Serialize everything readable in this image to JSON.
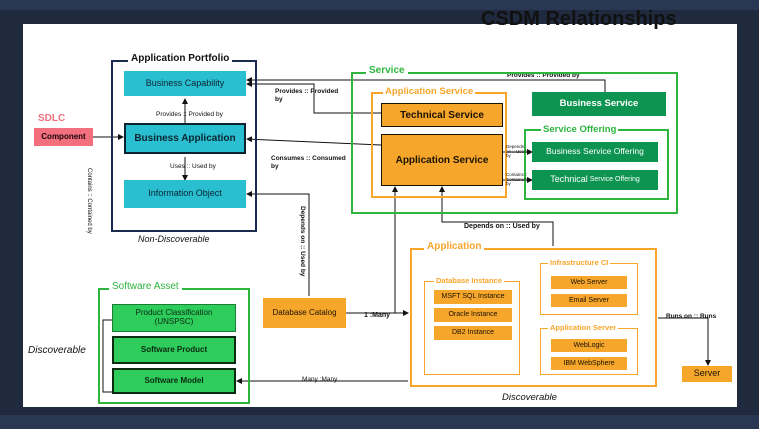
{
  "title": "CSDM Relationships",
  "sdlc": {
    "title": "SDLC",
    "component": "Component",
    "contains": "Contains :: Contained by"
  },
  "portfolio": {
    "title": "Application Portfolio",
    "business_capability": "Business Capability",
    "provides_provided_by": "Provides :: Provided by",
    "business_application": "Business Application",
    "uses_used_by": "Uses :: Used by",
    "information_object": "Information Object",
    "footer": "Non-Discoverable"
  },
  "service": {
    "title": "Service",
    "application_service_frame": "Application Service",
    "technical_service": "Technical Service",
    "application_service": "Application Service",
    "business_service": "Business Service",
    "service_offering_title": "Service Offering",
    "business_service_offering": "Business Service Offering",
    "technical_service_offering_a": "Technical",
    "technical_service_offering_b": "Service Offering"
  },
  "relations": {
    "provides_provided_by_top": "Provides :: Provided by",
    "provides_provided_by_left_1": "Provides :: Provided",
    "provides_provided_by_left_2": "by",
    "consumes_1": "Consumes :: Consumed",
    "consumes_2": "by",
    "depends_used_by_vertical": "Depends on :: Used by",
    "depends_used_by_app": "Depends on :: Used by",
    "depends_small": "Depends on :: Used by",
    "contains_small": "Contains :: Contained by",
    "one_many": "1 :Many",
    "many_many": "Many :Many",
    "runs_on": "Runs on :: Runs"
  },
  "software_asset": {
    "title": "Software Asset",
    "product_classification_1": "Product Classification",
    "product_classification_2": "(UNSPSC)",
    "software_product": "Software Product",
    "software_model": "Software Model",
    "side_label": "Discoverable"
  },
  "database_catalog": "Database Catalog",
  "application": {
    "title": "Application",
    "db_instance_title": "Database Instance",
    "msft_sql": "MSFT SQL Instance",
    "oracle": "Oracle Instance",
    "db2": "DB2 Instance",
    "infra_title": "Infrastructure CI",
    "web_server": "Web Server",
    "email_server": "Email Server",
    "app_server_title": "Application Server",
    "weblogic": "WebLogic",
    "websphere": "IBM WebSphere",
    "footer": "Discoverable"
  },
  "server": "Server",
  "colors": {
    "teal": "#29bfd0",
    "green": "#0c9450",
    "light_green": "#2ecc5b",
    "orange": "#f6a62b",
    "sdlc_pink": "#f2707e",
    "navy": "#1a2b4f"
  }
}
